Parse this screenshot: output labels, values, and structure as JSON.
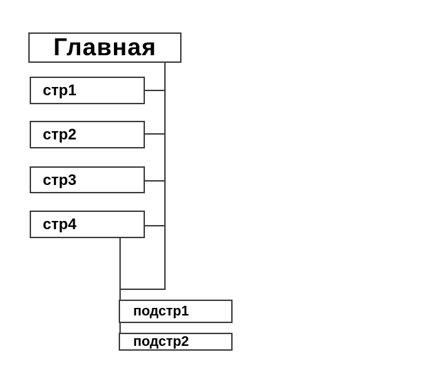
{
  "diagram": {
    "description": "site structure diagram",
    "root": {
      "label": "Главная"
    },
    "pages": [
      {
        "label": "стр1"
      },
      {
        "label": "стр2"
      },
      {
        "label": "стр3"
      },
      {
        "label": "стр4"
      }
    ],
    "subpages": [
      {
        "label": "подстр1"
      },
      {
        "label": "подстр2"
      }
    ],
    "colors": {
      "line": "#3e3e3e",
      "border": "#3e3e3e",
      "text": "#000000",
      "background": "#ffffff",
      "box_fill": "#ffffff"
    }
  }
}
